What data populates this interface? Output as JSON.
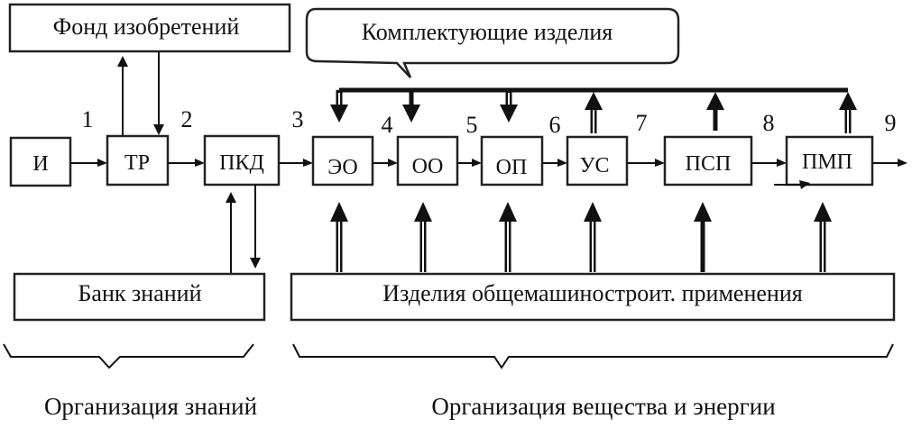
{
  "top_boxes": {
    "fund": "Фонд изобретений",
    "components": "Комплектующие изделия"
  },
  "chain": {
    "blocks": [
      "И",
      "ТР",
      "ПКД",
      "ЭО",
      "ОО",
      "ОП",
      "УС",
      "ПСП",
      "ПМП"
    ],
    "stage_numbers": [
      "1",
      "2",
      "3",
      "4",
      "5",
      "6",
      "7",
      "8",
      "9"
    ]
  },
  "bottom_boxes": {
    "knowledge_bank": "Банк знаний",
    "general_parts": "Изделия общемашиностроит. применения"
  },
  "group_labels": {
    "knowledge": "Организация знаний",
    "matter_energy": "Организация вещества и  энергии"
  }
}
